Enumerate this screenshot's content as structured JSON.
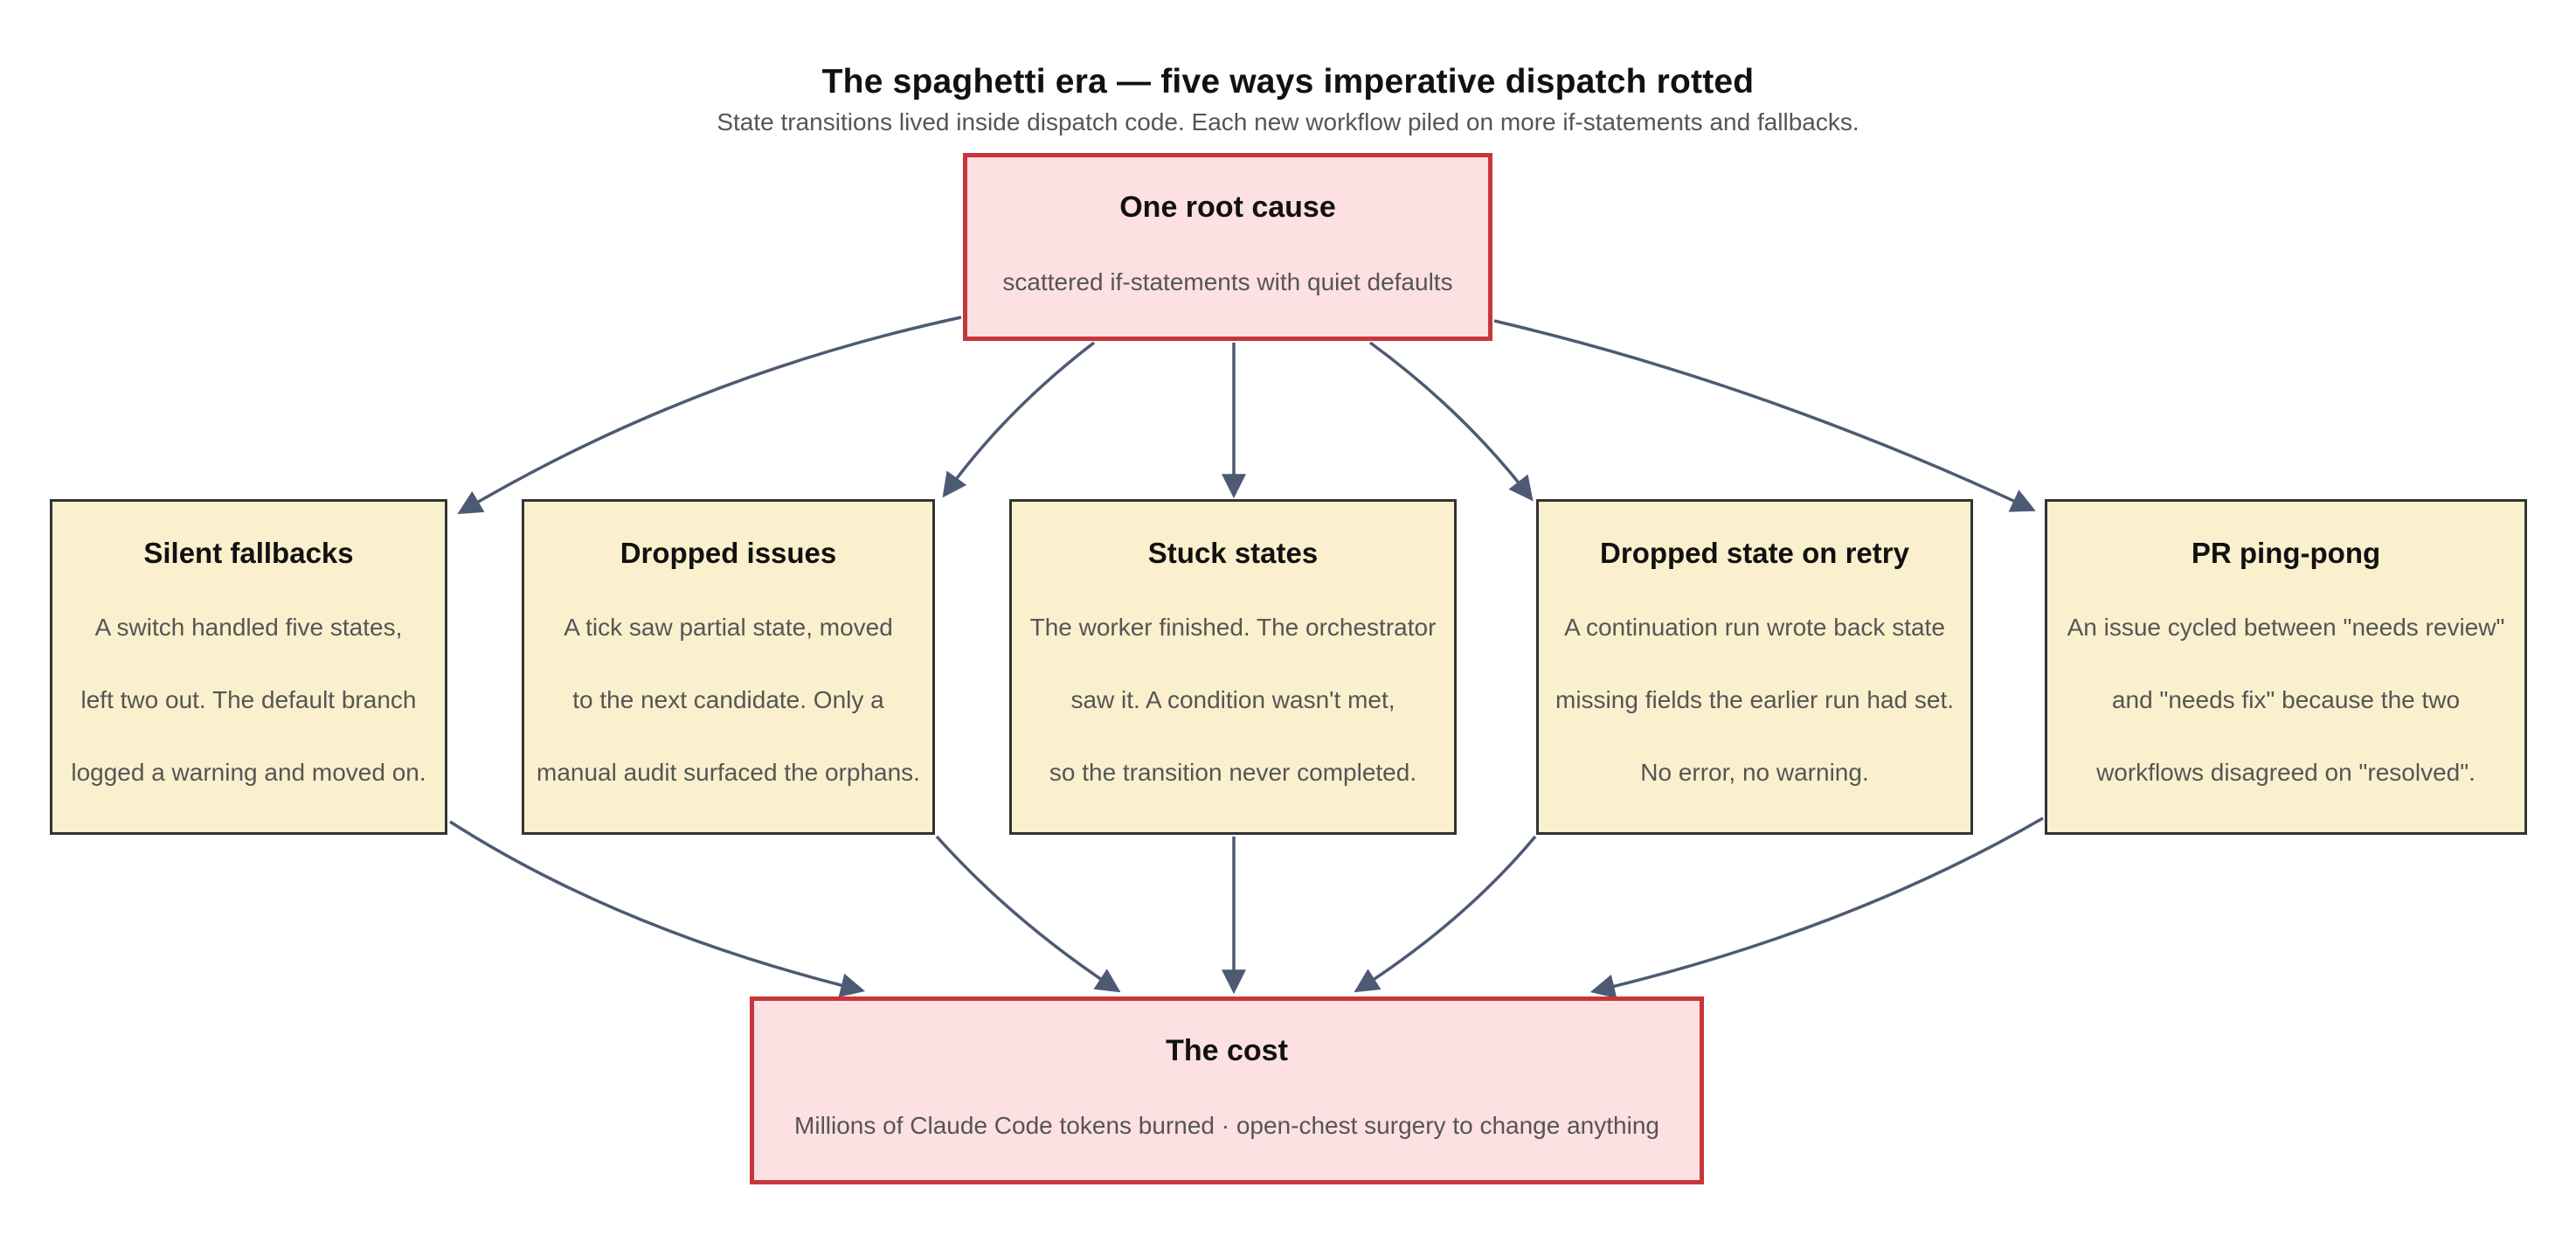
{
  "title": "The spaghetti era — five ways imperative dispatch rotted",
  "subtitle": "State transitions lived inside dispatch code. Each new workflow piled on more if-statements and fallbacks.",
  "colors": {
    "root_fill": "#fde0e2",
    "root_stroke": "#c8363a",
    "cause_fill": "#faf0cd",
    "cause_stroke": "#333333",
    "edge_color": "#4d5a73",
    "body_text": "#555555",
    "heading_text": "#111111"
  },
  "root": {
    "heading": "One root cause",
    "body": "scattered if-statements with quiet defaults"
  },
  "causes": [
    {
      "heading": "Silent fallbacks",
      "lines": [
        "A switch handled five states,",
        "left two out. The default branch",
        "logged a warning and moved on."
      ]
    },
    {
      "heading": "Dropped issues",
      "lines": [
        "A tick saw partial state, moved",
        "to the next candidate. Only a",
        "manual audit surfaced the orphans."
      ]
    },
    {
      "heading": "Stuck states",
      "lines": [
        "The worker finished. The orchestrator",
        "saw it. A condition wasn't met,",
        "so the transition never completed."
      ]
    },
    {
      "heading": "Dropped state on retry",
      "lines": [
        "A continuation run wrote back state",
        "missing fields the earlier run had set.",
        "No error, no warning."
      ]
    },
    {
      "heading": "PR ping-pong",
      "lines": [
        "An issue cycled between \"needs review\"",
        "and \"needs fix\" because the two",
        "workflows disagreed on \"resolved\"."
      ]
    }
  ],
  "cost": {
    "heading": "The cost",
    "body": "Millions of Claude Code tokens burned · open-chest surgery to change anything"
  }
}
